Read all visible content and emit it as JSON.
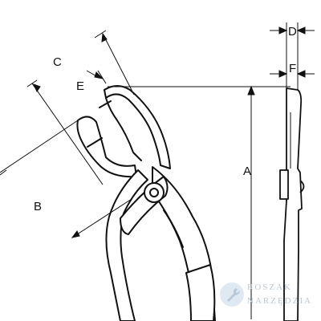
{
  "labels": {
    "a": "A",
    "b": "B",
    "c": "C",
    "d": "D",
    "e": "E",
    "f": "F"
  },
  "watermark": {
    "line1": "ROSZAK",
    "line2": "NARZĘDZIA",
    "icon": "wrench-icon"
  },
  "colors": {
    "ink": "#111111",
    "watermark": "#b9c8d6",
    "background": "#ffffff"
  }
}
